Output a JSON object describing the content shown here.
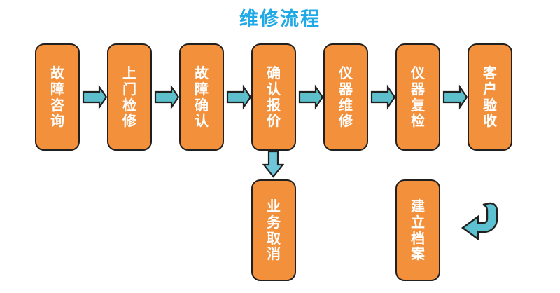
{
  "title": "维修流程",
  "colors": {
    "title": "#1FA9E6",
    "node_fill": "#F2903C",
    "node_border": "#221F1F",
    "node_text": "#FFFFFF",
    "arrow_fill": "#5CBFCB",
    "arrow_down_fill": "#6FC6D8",
    "arrow_curved_fill": "#5CC1D1",
    "background": "#FFFFFF"
  },
  "flow": {
    "main_steps": [
      {
        "id": "step-1",
        "label": "故障咨询"
      },
      {
        "id": "step-2",
        "label": "上门检修"
      },
      {
        "id": "step-3",
        "label": "故障确认"
      },
      {
        "id": "step-4",
        "label": "确认报价"
      },
      {
        "id": "step-5",
        "label": "仪器维修"
      },
      {
        "id": "step-6",
        "label": "仪器复检"
      },
      {
        "id": "step-7",
        "label": "客户验收"
      }
    ],
    "branch_steps": [
      {
        "id": "branch-1",
        "label": "业务取消",
        "from": "step-4",
        "direction": "down"
      },
      {
        "id": "branch-2",
        "label": "建立档案",
        "from": "step-7",
        "direction": "curved-left"
      }
    ],
    "connectors": [
      {
        "id": "arrow-1-2",
        "type": "right-arrow"
      },
      {
        "id": "arrow-2-3",
        "type": "right-arrow"
      },
      {
        "id": "arrow-3-4",
        "type": "right-arrow"
      },
      {
        "id": "arrow-4-5",
        "type": "right-arrow"
      },
      {
        "id": "arrow-5-6",
        "type": "right-arrow"
      },
      {
        "id": "arrow-6-7",
        "type": "right-arrow"
      },
      {
        "id": "arrow-4-down",
        "type": "down-arrow"
      },
      {
        "id": "arrow-curved",
        "type": "curved-left-arrow"
      }
    ]
  }
}
